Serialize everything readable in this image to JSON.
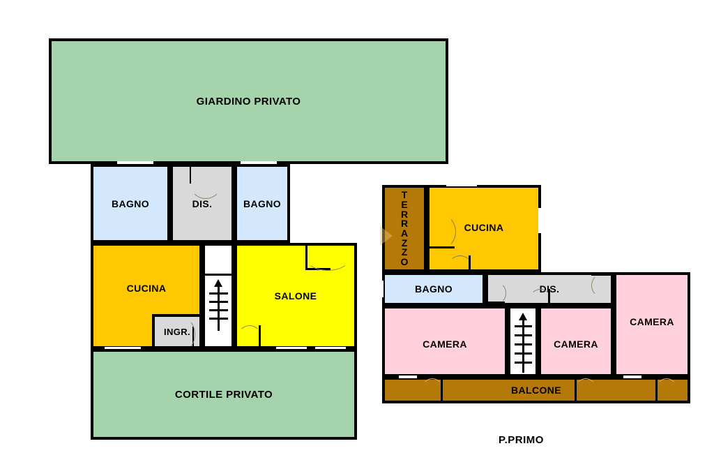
{
  "document": {
    "type": "floor-plan",
    "title": "Planimetria appartamento",
    "floors": [
      {
        "id": "piano-terra",
        "caption": ""
      },
      {
        "id": "piano-primo",
        "caption": "P.PRIMO"
      }
    ]
  },
  "colors": {
    "garden_green": "#a5d3ac",
    "bath_blue": "#d4e8fd",
    "hall_grey": "#d9d9d9",
    "kitchen_orange": "#ffc800",
    "living_yellow": "#ffff00",
    "bedroom_pink": "#ffd1dc",
    "terrace_brown": "#b5790a",
    "wall_black": "#000000",
    "background_white": "#ffffff"
  },
  "ground_floor": {
    "rooms": [
      {
        "id": "giardino",
        "label": "GIARDINO PRIVATO",
        "fill": "#a5d3ac",
        "font_size": 15
      },
      {
        "id": "bagno-ovest",
        "label": "BAGNO",
        "fill": "#d4e8fd",
        "font_size": 14
      },
      {
        "id": "disimpegno",
        "label": "DIS.",
        "fill": "#d9d9d9",
        "font_size": 14
      },
      {
        "id": "bagno-est",
        "label": "BAGNO",
        "fill": "#d4e8fd",
        "font_size": 14
      },
      {
        "id": "cucina",
        "label": "CUCINA",
        "fill": "#ffc800",
        "font_size": 14
      },
      {
        "id": "ingresso",
        "label": "INGR.",
        "fill": "#d9d9d9",
        "font_size": 13
      },
      {
        "id": "salone",
        "label": "SALONE",
        "fill": "#ffff00",
        "font_size": 14
      },
      {
        "id": "cortile",
        "label": "CORTILE PRIVATO",
        "fill": "#a5d3ac",
        "font_size": 15
      }
    ],
    "stairs": {
      "id": "scala-piano-terra",
      "direction": "up",
      "treads": 4
    }
  },
  "first_floor": {
    "caption": "P.PRIMO",
    "rooms": [
      {
        "id": "terrazzo",
        "label": "TERRAZZO",
        "letters": [
          "T",
          "E",
          "R",
          "R",
          "A",
          "Z",
          "Z",
          "O"
        ],
        "fill": "#b5790a",
        "orientation": "vertical",
        "font_size": 14
      },
      {
        "id": "cucina-p1",
        "label": "CUCINA",
        "fill": "#ffc800",
        "font_size": 14
      },
      {
        "id": "bagno-p1",
        "label": "BAGNO",
        "fill": "#d4e8fd",
        "font_size": 14
      },
      {
        "id": "dis-p1",
        "label": "DIS.",
        "fill": "#d9d9d9",
        "font_size": 14
      },
      {
        "id": "camera-1",
        "label": "CAMERA",
        "fill": "#ffd1dc",
        "font_size": 14
      },
      {
        "id": "camera-2",
        "label": "CAMERA",
        "fill": "#ffd1dc",
        "font_size": 14
      },
      {
        "id": "camera-3",
        "label": "CAMERA",
        "fill": "#ffd1dc",
        "font_size": 14
      },
      {
        "id": "balcone",
        "label": "BALCONE",
        "fill": "#b5790a",
        "font_size": 14
      }
    ],
    "stairs": {
      "id": "scala-piano-primo",
      "direction": "up",
      "treads": 5
    }
  }
}
